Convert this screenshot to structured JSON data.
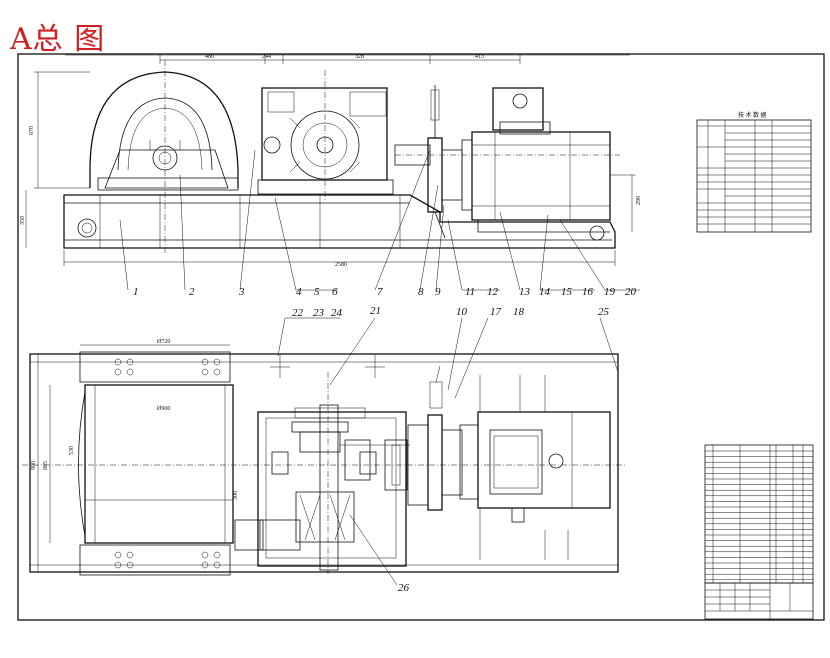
{
  "sheet": {
    "title": "A总 图",
    "title_color": "#d21e1e",
    "line_color": "#111111"
  },
  "callouts_front": [
    "1",
    "2",
    "3",
    "4",
    "5",
    "6",
    "7",
    "8",
    "9",
    "11",
    "12",
    "13",
    "14",
    "15",
    "16",
    "19",
    "20"
  ],
  "callouts_plan": [
    "22",
    "23",
    "24",
    "21",
    "10",
    "17",
    "18",
    "25",
    "26"
  ],
  "dims_front": {
    "d1": "480",
    "d2": "244",
    "d3": "328",
    "d4": "413",
    "overall": "2580",
    "h1": "670",
    "h2": "350",
    "h3": "290"
  },
  "dims_plan": {
    "top": "Ø720",
    "drum": "Ø900",
    "w1": "990",
    "w2": "885",
    "w3": "530",
    "shaft": "300"
  },
  "tech_table": {
    "title": "技 术 数 据"
  }
}
